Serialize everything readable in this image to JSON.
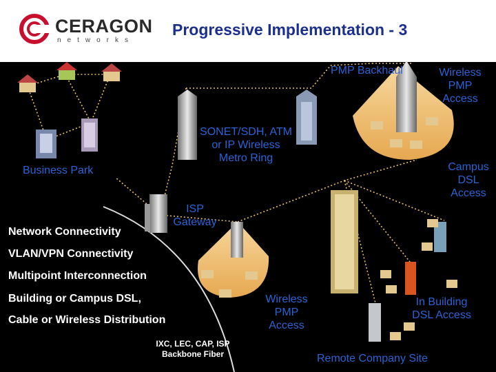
{
  "logo": {
    "name": "CERAGON",
    "tagline": "networks"
  },
  "title": "Progressive Implementation - 3",
  "labels": {
    "pmp_backhaul": "PMP Backhaul",
    "wireless_pmp_access_top": "Wireless PMP Access",
    "sonet_ring": "SONET/SDH, ATM or IP Wireless Metro Ring",
    "business_park": "Business Park",
    "campus_dsl_access": "Campus DSL Access",
    "isp_gateway": "ISP Gateway",
    "wireless_pmp_access_bottom": "Wireless PMP Access",
    "in_building_dsl_access": "In Building DSL Access",
    "remote_company_site": "Remote Company Site",
    "backbone_fiber": "IXC, LEC, CAP, ISP Backbone Fiber"
  },
  "connectivity_list": [
    "Network Connectivity",
    "VLAN/VPN Connectivity",
    "Multipoint Interconnection",
    "Building or Campus DSL,",
    "Cable or Wireless Distribution"
  ],
  "colors": {
    "title": "#1b2f8f",
    "label": "#2b63d6",
    "cone": "#f0c27a",
    "background": "#000000"
  }
}
